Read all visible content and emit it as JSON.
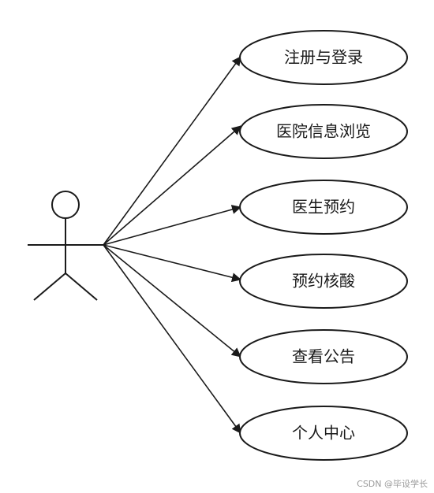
{
  "use_cases": [
    {
      "label": "注册与登录"
    },
    {
      "label": "医院信息浏览"
    },
    {
      "label": "医生预约"
    },
    {
      "label": "预约核酸"
    },
    {
      "label": "查看公告"
    },
    {
      "label": "个人中心"
    }
  ],
  "watermark": "CSDN @毕设学长",
  "colors": {
    "stroke": "#1a1a1a",
    "background": "#ffffff",
    "watermark": "#9a9a9a"
  }
}
